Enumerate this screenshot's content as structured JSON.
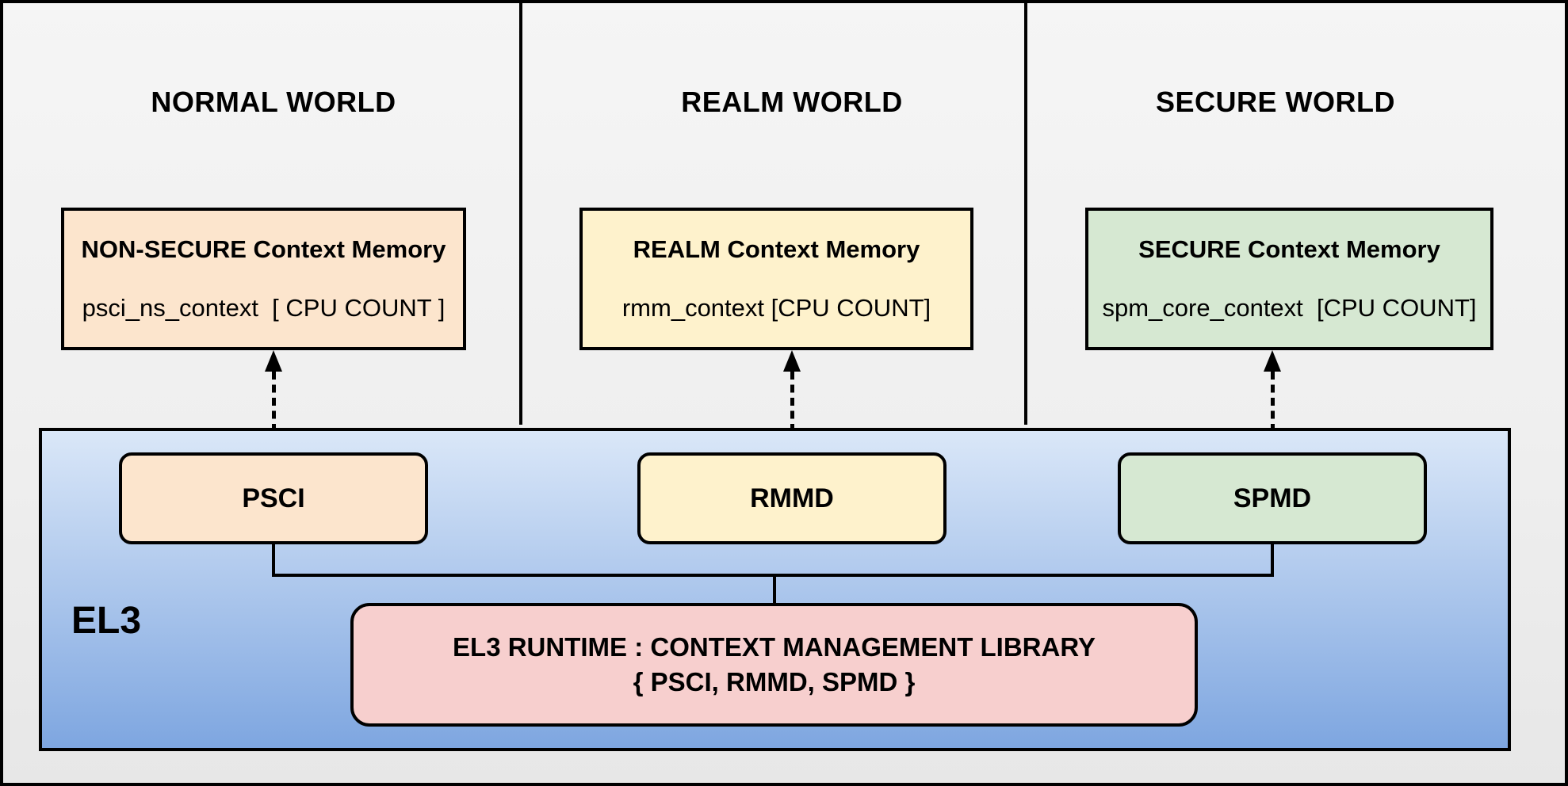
{
  "worlds": [
    {
      "title": "NORMAL WORLD",
      "memory": {
        "title": "NON-SECURE Context Memory",
        "subtitle": "psci_ns_context  [ CPU COUNT ]",
        "fill": "#FCE5CD"
      },
      "dispatcher": {
        "label": "PSCI",
        "fill": "#FCE5CD"
      }
    },
    {
      "title": "REALM WORLD",
      "memory": {
        "title": "REALM Context Memory",
        "subtitle": "rmm_context [CPU COUNT]",
        "fill": "#FEF2CC"
      },
      "dispatcher": {
        "label": "RMMD",
        "fill": "#FEF2CC"
      }
    },
    {
      "title": "SECURE WORLD",
      "memory": {
        "title": "SECURE Context Memory",
        "subtitle": "spm_core_context  [CPU COUNT]",
        "fill": "#D6E8D2"
      },
      "dispatcher": {
        "label": "SPMD",
        "fill": "#D6E8D2"
      }
    }
  ],
  "el3": {
    "label": "EL3",
    "gradient_top": "#DAE7F8",
    "gradient_bottom": "#7EA6E0",
    "runtime": {
      "line1": "EL3 RUNTIME : CONTEXT MANAGEMENT LIBRARY",
      "line2": "{ PSCI, RMMD, SPMD }",
      "fill": "#F7CFCE"
    }
  },
  "colors": {
    "line": "#000000",
    "background_top": "#F5F5F5",
    "background_bottom": "#E7E7E7"
  }
}
